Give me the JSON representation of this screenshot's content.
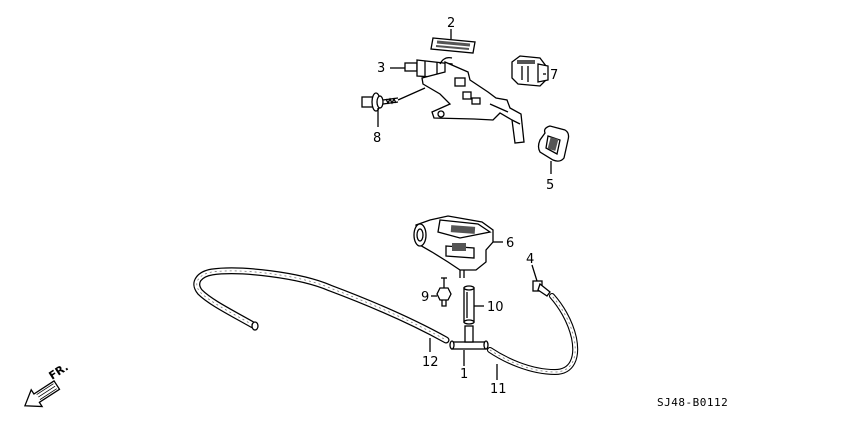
{
  "diagram": {
    "callouts": {
      "c1": "1",
      "c2": "2",
      "c3": "3",
      "c4": "4",
      "c5": "5",
      "c6": "6",
      "c7": "7",
      "c8": "8",
      "c9": "9",
      "c10": "10",
      "c11": "11",
      "c12": "12"
    },
    "direction_label": "FR.",
    "diagram_code": "SJ48-B0112"
  }
}
